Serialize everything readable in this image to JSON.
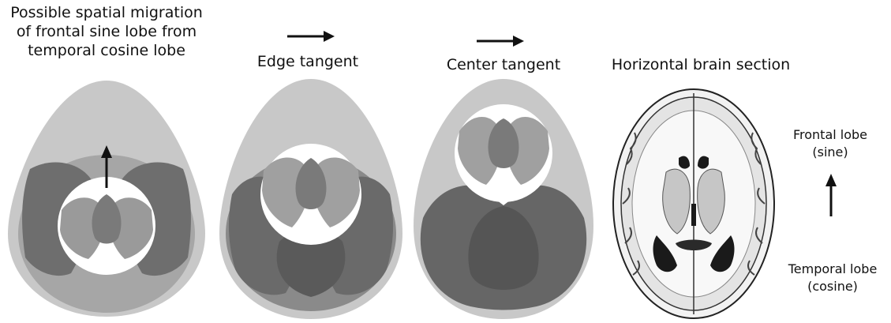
{
  "titles": {
    "panel1": [
      "Possible spatial migration",
      "of frontal sine lobe from",
      "temporal cosine lobe"
    ],
    "panel2": "Edge tangent",
    "panel3": "Center tangent",
    "panel4": "Horizontal brain section"
  },
  "brain_labels": {
    "frontal": [
      "Frontal lobe",
      "(sine)"
    ],
    "temporal": [
      "Temporal lobe",
      "(cosine)"
    ]
  },
  "colors": {
    "outer_egg": "#c8c8c8",
    "inner_egg": "#a6a6a6",
    "lobe_dark": "#666666",
    "lobe_mid": "#8a8a8a",
    "lobe_light": "#a0a0a0",
    "arrow": "#111111",
    "brain_tissue": "#e8e8e8",
    "brain_outline": "#222222"
  }
}
